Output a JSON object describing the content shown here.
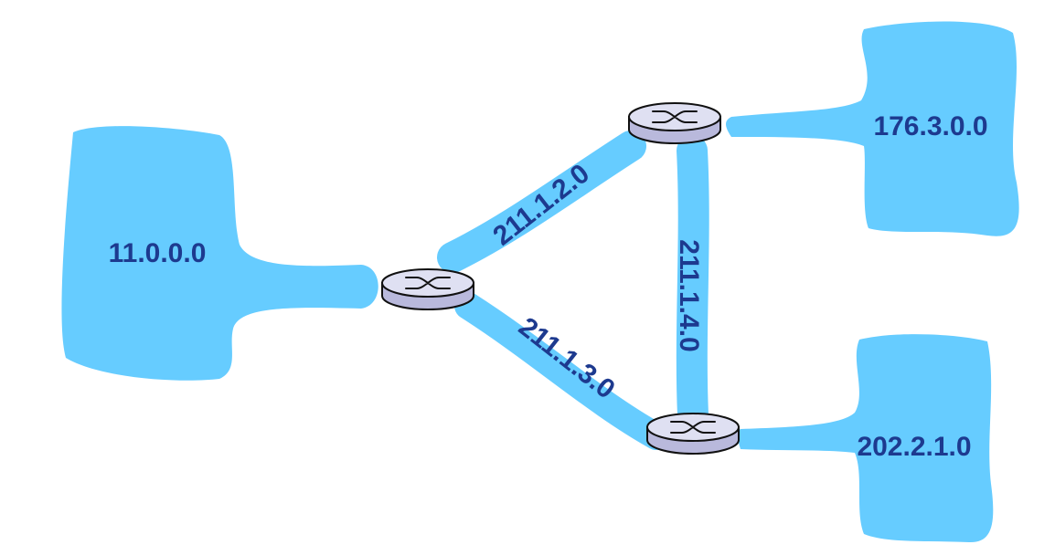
{
  "networks": {
    "left": {
      "label": "11.0.0.0"
    },
    "top_right": {
      "label": "176.3.0.0"
    },
    "bottom_right": {
      "label": "202.2.1.0"
    }
  },
  "links": {
    "upper": {
      "label": "211.1.2.0"
    },
    "lower": {
      "label": "211.1.3.0"
    },
    "right": {
      "label": "211.1.4.0"
    }
  },
  "colors": {
    "network_fill": "#66ccff",
    "label_text": "#1d3a8f",
    "router_top": "#dfe0f2",
    "router_side": "#b9b9dc"
  }
}
